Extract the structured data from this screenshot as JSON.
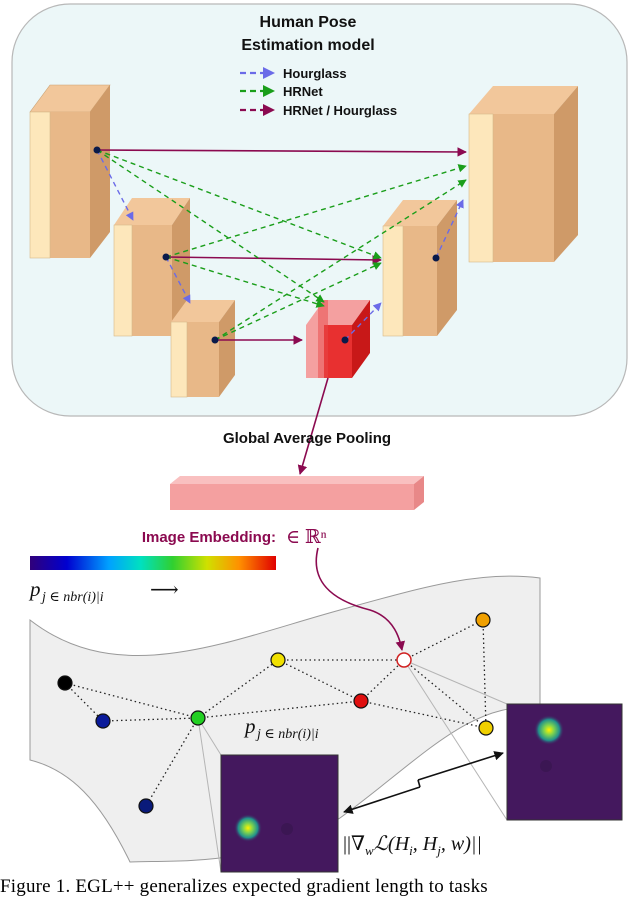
{
  "model_title_line1": "Human Pose",
  "model_title_line2": "Estimation model",
  "legend": [
    {
      "label": "Hourglass",
      "color": "#6b6be8"
    },
    {
      "label": "HRNet",
      "color": "#1a9e1a"
    },
    {
      "label": "HRNet / Hourglass",
      "color": "#8b0a50"
    }
  ],
  "pooling_label": "Global Average Pooling",
  "embedding_label": "Image Embedding:",
  "embedding_math": "∈ ℝⁿ",
  "colorbar_label": "p",
  "colorbar_subscript": "j ∈ nbr(i)|i",
  "colorbar_arrow": "⟶",
  "graph_edge_label": "p",
  "graph_edge_subscript": "j ∈ nbr(i)|i",
  "gradient_label": "||∇",
  "gradient_label_sub": "w",
  "gradient_label_rest": "ℒ(H",
  "gradient_hi_sub": "i",
  "gradient_mid": ", H",
  "gradient_hj_sub": "j",
  "gradient_tail": ", w)||",
  "caption": "Figure 1. EGL++ generalizes expected gradient length to tasks",
  "colors": {
    "panel_bg": "#ecf7f8",
    "block_face": "#e8b888",
    "block_front": "#fde7bb",
    "bottleneck": "#e83030",
    "embedding": "#f4a0a0",
    "manifold": "#efefef",
    "heatmap_bg": "#44185e"
  }
}
